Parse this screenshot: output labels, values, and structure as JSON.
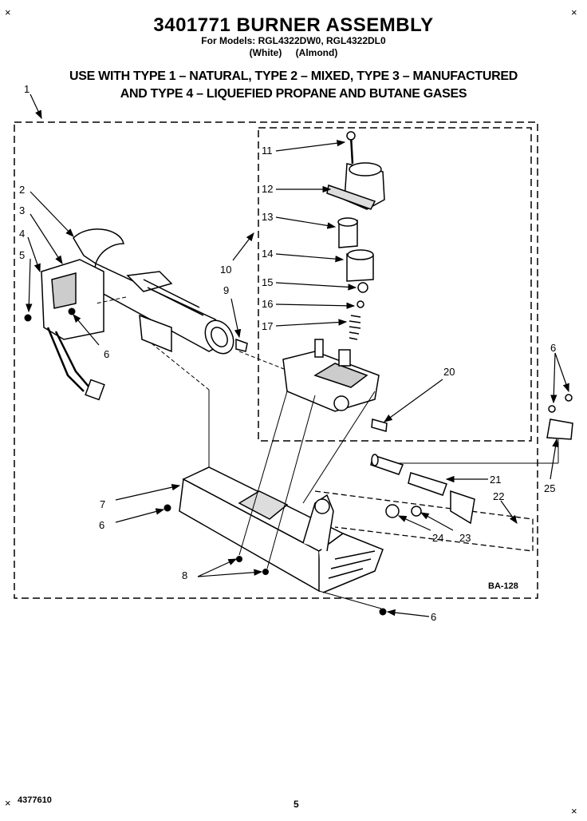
{
  "header": {
    "title": "3401771 BURNER ASSEMBLY",
    "models_line": "For Models: RGL4322DW0, RGL4322DL0",
    "color_white": "(White)",
    "color_almond": "(Almond)",
    "gas_line_1": "USE WITH TYPE 1 – NATURAL, TYPE 2 – MIXED, TYPE 3 – MANUFACTURED",
    "gas_line_2": "AND TYPE 4 – LIQUEFIED PROPANE AND BUTANE GASES"
  },
  "callouts": {
    "c1": "1",
    "c2": "2",
    "c3": "3",
    "c4": "4",
    "c5": "5",
    "c6a": "6",
    "c6b": "6",
    "c6c": "6",
    "c6d": "6",
    "c7": "7",
    "c8": "8",
    "c9": "9",
    "c10": "10",
    "c11": "11",
    "c12": "12",
    "c13": "13",
    "c14": "14",
    "c15": "15",
    "c16": "16",
    "c17": "17",
    "c20": "20",
    "c21": "21",
    "c22": "22",
    "c23": "23",
    "c24": "24",
    "c25": "25"
  },
  "diagram_code": "BA-128",
  "footer": {
    "doc_number": "4377610",
    "page_number": "5"
  },
  "corner_marks": {
    "mark": "×"
  }
}
